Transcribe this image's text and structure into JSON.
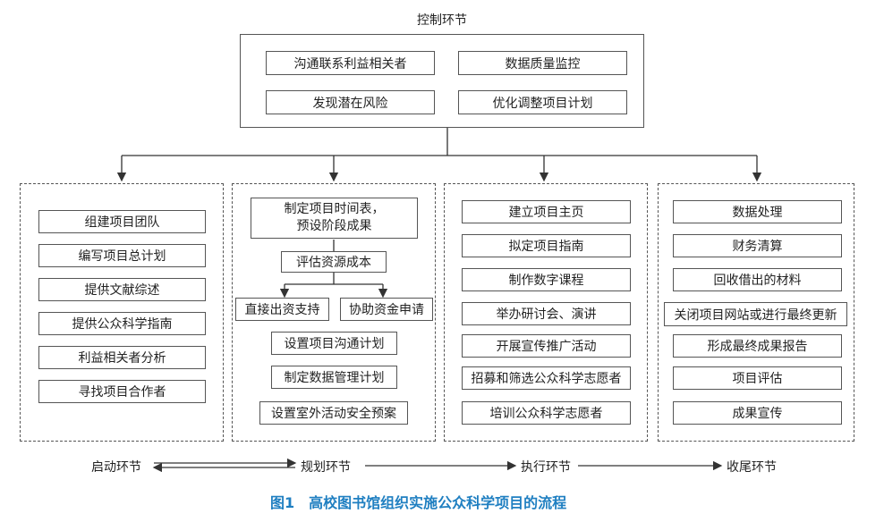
{
  "control": {
    "title": "控制环节",
    "items": [
      "沟通联系利益相关者",
      "数据质量监控",
      "发现潜在风险",
      "优化调整项目计划"
    ]
  },
  "phases": {
    "start": {
      "label": "启动环节",
      "items": [
        "组建项目团队",
        "编写项目总计划",
        "提供文献综述",
        "提供公众科学指南",
        "利益相关者分析",
        "寻找项目合作者"
      ]
    },
    "plan": {
      "label": "规划环节",
      "top_line1": "制定项目时间表，",
      "top_line2": "预设阶段成果",
      "resource": "评估资源成本",
      "direct": "直接出资支持",
      "assist": "协助资金申请",
      "items": [
        "设置项目沟通计划",
        "制定数据管理计划",
        "设置室外活动安全预案"
      ]
    },
    "exec": {
      "label": "执行环节",
      "items": [
        "建立项目主页",
        "拟定项目指南",
        "制作数字课程",
        "举办研讨会、演讲",
        "开展宣传推广活动",
        "招募和筛选公众科学志愿者",
        "培训公众科学志愿者"
      ]
    },
    "close": {
      "label": "收尾环节",
      "items": [
        "数据处理",
        "财务清算",
        "回收借出的材料",
        "关闭项目网站或进行最终更新",
        "形成最终成果报告",
        "项目评估",
        "成果宣传"
      ]
    }
  },
  "caption": "图1　高校图书馆组织实施公众科学项目的流程"
}
